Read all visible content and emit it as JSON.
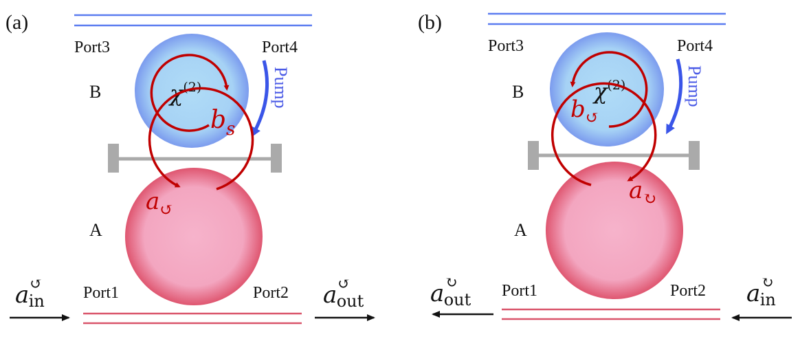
{
  "panels": [
    {
      "id": "a",
      "label": "(a)",
      "port3": "Port3",
      "port4": "Port4",
      "port1": "Port1",
      "port2": "Port2",
      "resonator_b_label": "B",
      "resonator_a_label": "A",
      "chi_symbol": "χ",
      "chi_order": "(2)",
      "pump_label": "Pump",
      "mode_b_symbol": "b",
      "mode_b_sub": "s",
      "mode_a_symbol": "a",
      "mode_a_sub": "↺",
      "input_symbol": "a",
      "input_sub": "in",
      "input_sup": "↺",
      "output_symbol": "a",
      "output_sub": "out",
      "output_sup": "↺"
    },
    {
      "id": "b",
      "label": "(b)",
      "port3": "Port3",
      "port4": "Port4",
      "port1": "Port1",
      "port2": "Port2",
      "resonator_b_label": "B",
      "resonator_a_label": "A",
      "chi_symbol": "χ",
      "chi_order": "(2)",
      "pump_label": "Pump",
      "mode_b_symbol": "b",
      "mode_b_sub": "↺",
      "mode_a_symbol": "a",
      "mode_a_sub": "↻",
      "output_symbol": "a",
      "output_sub": "out",
      "output_sup": "↻",
      "input_symbol": "a",
      "input_sub": "in",
      "input_sup": "↻"
    }
  ],
  "colors": {
    "blue_waveguide": "#5b7cf0",
    "red_waveguide": "#d9546a",
    "dark_red_arrow": "#c00000",
    "pump_arrow": "#3a55e8",
    "pump_text": "#4a5ae6",
    "coupler_gray": "#aaaaaa",
    "blue_ring_center": "#a9d6f5",
    "blue_ring_edge": "#7fa2ee",
    "red_ring_center": "#f5afc8",
    "red_ring_edge": "#e0586e",
    "text": "#111111"
  }
}
